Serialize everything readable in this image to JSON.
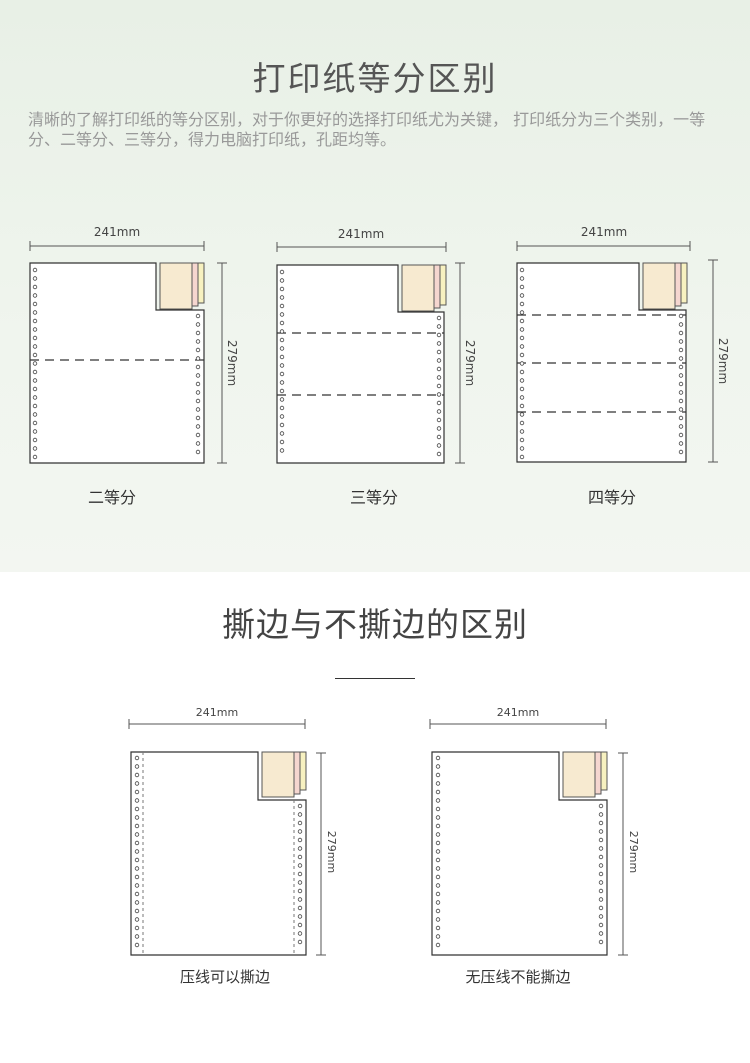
{
  "section1": {
    "title": "打印纸等分区别",
    "description": "清晰的了解打印纸的等分区别，对于你更好的选择打印纸尤为关键，  打印纸分为三个类别，一等分、二等分、三等分，得力电脑打印纸，孔距均等。"
  },
  "section2": {
    "title": "撕边与不撕边的区别"
  },
  "figures": [
    {
      "width_label": "241mm",
      "height_label": "279mm",
      "caption": "二等分",
      "divisions": 2
    },
    {
      "width_label": "241mm",
      "height_label": "279mm",
      "caption": "三等分",
      "divisions": 3
    },
    {
      "width_label": "241mm",
      "height_label": "279mm",
      "caption": "四等分",
      "divisions": 4
    },
    {
      "width_label": "241mm",
      "height_label": "279mm",
      "caption": "压线可以撕边",
      "tear_line": true
    },
    {
      "width_label": "241mm",
      "height_label": "279mm",
      "caption": "无压线不能撕边",
      "tear_line": false
    }
  ],
  "colors": {
    "sheet_yellow": "#f7f1c0",
    "sheet_pink": "#f5d6cf",
    "sheet_cream": "#f7ead0",
    "line": "#333333"
  }
}
